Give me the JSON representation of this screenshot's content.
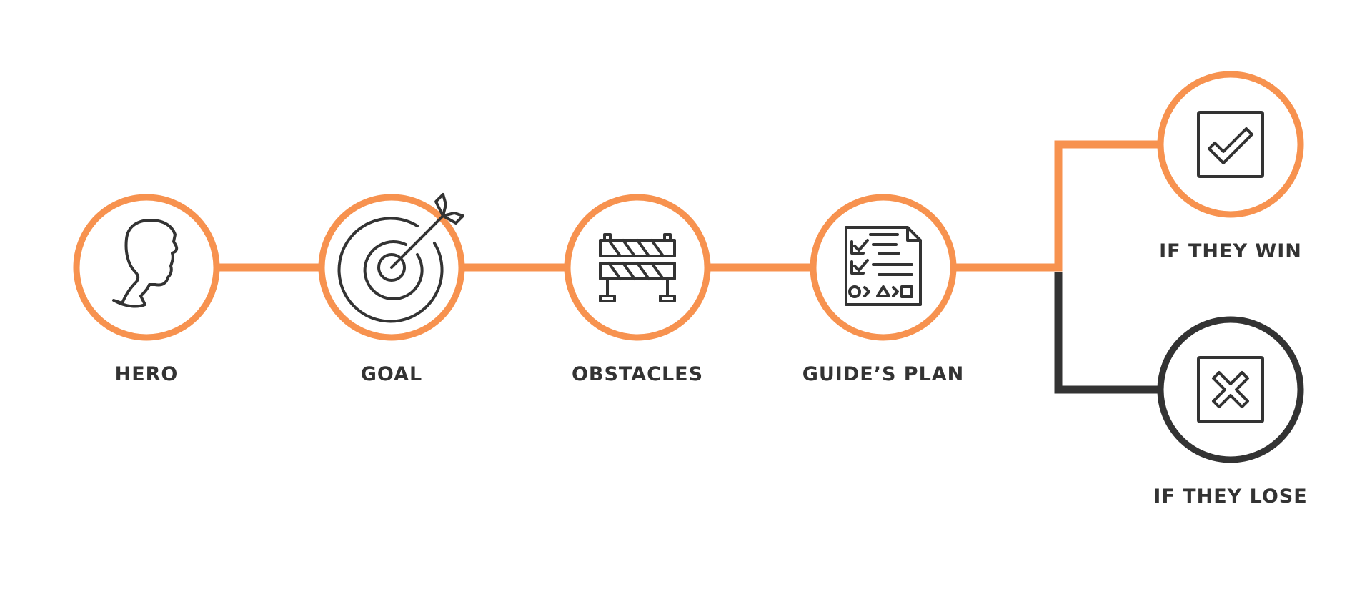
{
  "colors": {
    "win": "#F7924F",
    "lose": "#333333",
    "icon": "#333333",
    "background": "#FFFFFF"
  },
  "nodes": [
    {
      "id": "hero",
      "label": "HERO",
      "icon": "person-profile-icon",
      "outcome": "win"
    },
    {
      "id": "goal",
      "label": "GOAL",
      "icon": "target-arrow-icon",
      "outcome": "win"
    },
    {
      "id": "obstacles",
      "label": "OBSTACLES",
      "icon": "barrier-icon",
      "outcome": "win"
    },
    {
      "id": "guides-plan",
      "label": "GUIDE’S PLAN",
      "icon": "checklist-plan-icon",
      "outcome": "win"
    },
    {
      "id": "if-they-win",
      "label": "IF THEY WIN",
      "icon": "checkbox-check-icon",
      "outcome": "win"
    },
    {
      "id": "if-they-lose",
      "label": "IF THEY LOSE",
      "icon": "checkbox-x-icon",
      "outcome": "lose"
    }
  ]
}
